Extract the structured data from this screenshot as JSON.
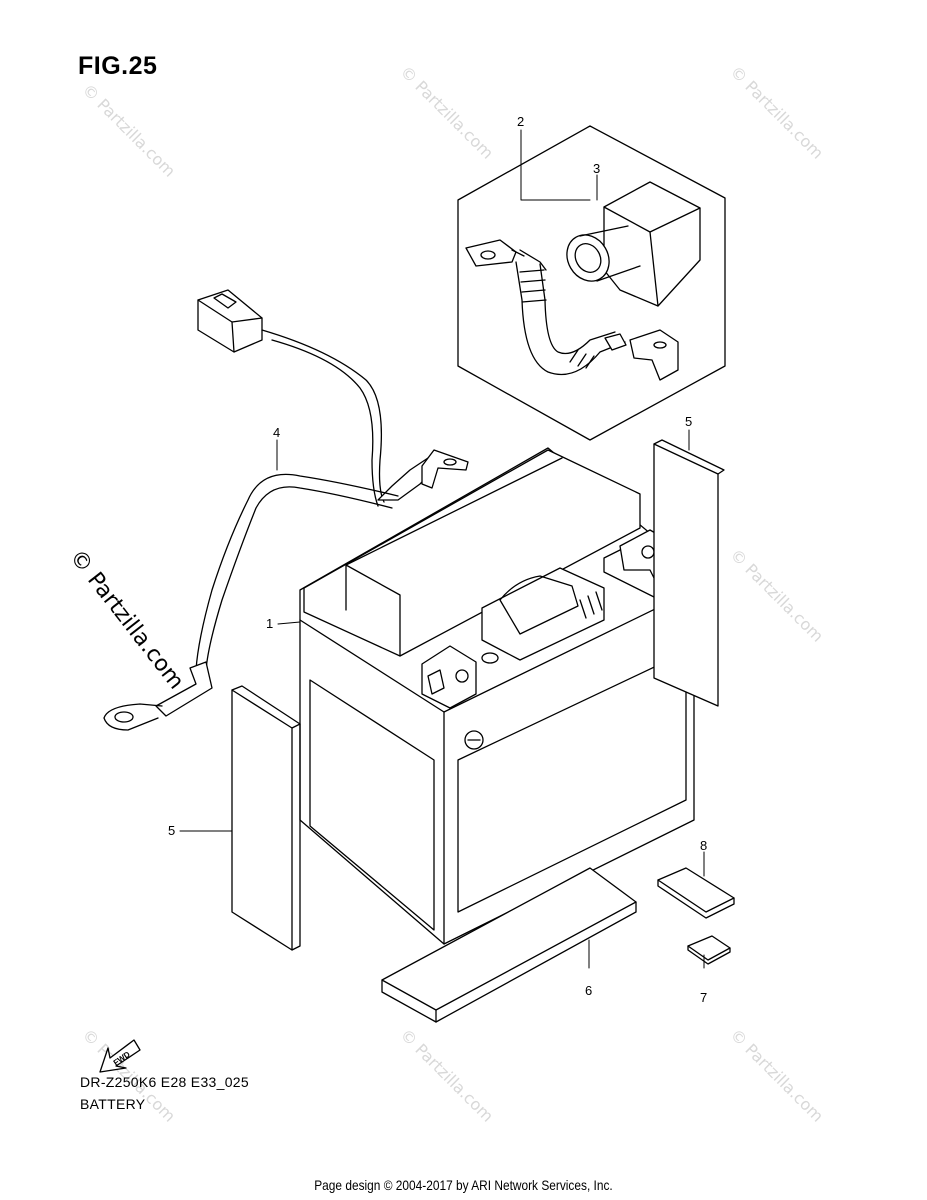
{
  "figure": {
    "title": "FIG.25",
    "model_code": "DR-Z250K6 E28 E33_025",
    "section_name": "BATTERY"
  },
  "callouts": [
    "1",
    "2",
    "3",
    "4",
    "5",
    "5",
    "6",
    "7",
    "8"
  ],
  "fwd_label": "FWD",
  "watermarks": {
    "small": "© Partzilla.com",
    "large": "© Partzilla.com"
  },
  "footer": "Page design © 2004-2017 by ARI Network Services, Inc."
}
